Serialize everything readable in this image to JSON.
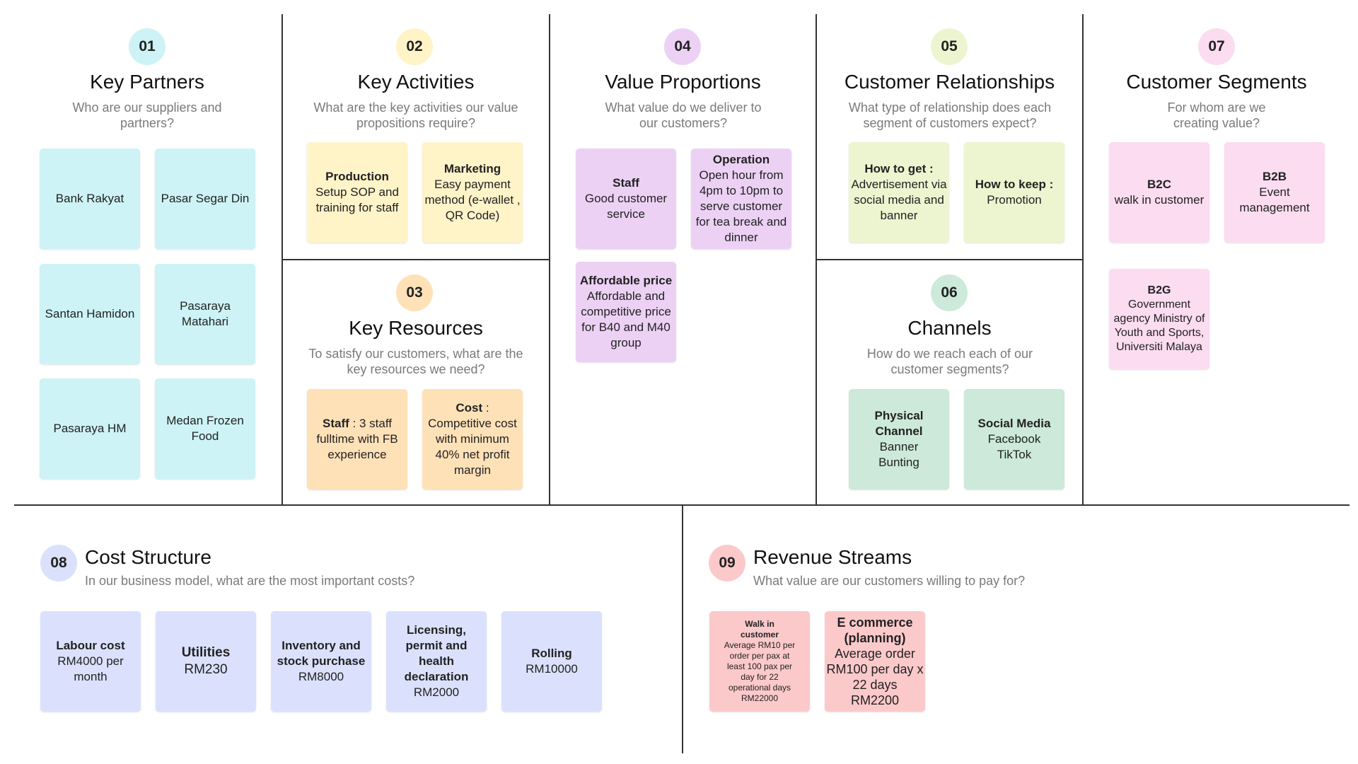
{
  "key_partners": {
    "number": "01",
    "title": "Key Partners",
    "subtitle": "Who are our suppliers and partners?",
    "notes": [
      {
        "text": "Bank Rakyat"
      },
      {
        "text": "Pasar Segar Din"
      },
      {
        "text": "Santan Hamidon"
      },
      {
        "text": "Pasaraya Matahari"
      },
      {
        "text": "Pasaraya HM"
      },
      {
        "text": "Medan Frozen Food"
      }
    ]
  },
  "key_activities": {
    "number": "02",
    "title": "Key Activities",
    "subtitle": "What are the key activities our value propositions require?",
    "notes": [
      {
        "title": "Production",
        "text": "Setup SOP and training for staff"
      },
      {
        "title": "Marketing",
        "text": "Easy payment method (e-wallet , QR Code)"
      }
    ]
  },
  "key_resources": {
    "number": "03",
    "title": "Key Resources",
    "subtitle": "To satisfy our customers, what are the key resources we need?",
    "notes": [
      {
        "title": "Staff",
        "text": " : 3 staff fulltime with FB experience"
      },
      {
        "title": "Cost",
        "text": " :",
        "text2": "Competitive cost with minimum 40% net profit margin"
      }
    ]
  },
  "value_propositions": {
    "number": "04",
    "title": "Value Proportions",
    "subtitle": "What value do we deliver to our customers?",
    "notes": [
      {
        "title": "Staff",
        "text": "Good customer service"
      },
      {
        "title": "Operation",
        "text": "Open hour from 4pm to 10pm to serve customer for tea break and dinner"
      },
      {
        "title": "Affordable price",
        "text": "Affordable and competitive price for B40 and M40 group"
      }
    ]
  },
  "customer_relationships": {
    "number": "05",
    "title": "Customer Relationships",
    "subtitle": "What type of relationship does each segment of customers expect?",
    "notes": [
      {
        "title": "How to get :",
        "text": "Advertisement via social media and banner"
      },
      {
        "title": "How to keep :",
        "text": "Promotion"
      }
    ]
  },
  "channels": {
    "number": "06",
    "title": "Channels",
    "subtitle": "How do we reach each of our customer segments?",
    "notes": [
      {
        "title": "Physical Channel",
        "text": "Banner\nBunting"
      },
      {
        "title": "Social Media",
        "text": "Facebook\nTikTok"
      }
    ]
  },
  "customer_segments": {
    "number": "07",
    "title": "Customer Segments",
    "subtitle": "For whom are we creating value?",
    "notes": [
      {
        "title": "B2C",
        "text": "walk in customer"
      },
      {
        "title": "B2B",
        "text": "Event management"
      },
      {
        "title": "B2G",
        "text": "Government agency Ministry of Youth and Sports, Universiti Malaya"
      }
    ]
  },
  "cost_structure": {
    "number": "08",
    "title": "Cost Structure",
    "subtitle": "In our business model, what are the most important costs?",
    "notes": [
      {
        "title": "Labour cost",
        "text": "RM4000 per month"
      },
      {
        "title": "Utilities",
        "text": "RM230"
      },
      {
        "title": "Inventory and stock purchase",
        "text": "RM8000"
      },
      {
        "title": "Licensing, permit and health declaration",
        "text": "RM2000"
      },
      {
        "title": "Rolling",
        "text": "RM10000"
      }
    ]
  },
  "revenue_streams": {
    "number": "09",
    "title": "Revenue Streams",
    "subtitle": "What value are our customers willing to pay for?",
    "notes": [
      {
        "title": "Walk in customer",
        "text": "Average RM10 per order per pax at least 100 pax per day for 22 operational days\nRM22000"
      },
      {
        "title": "E commerce (planning)",
        "text": "Average order RM100 per day x 22 days\nRM2200"
      }
    ]
  }
}
